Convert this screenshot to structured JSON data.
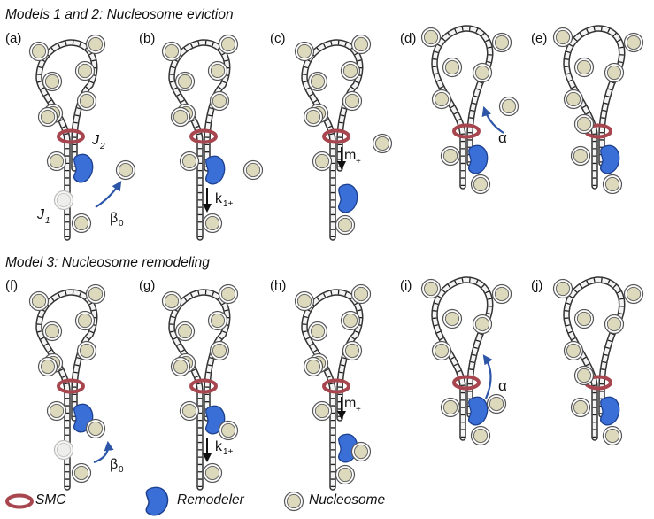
{
  "title_models_1_2": "Models 1 and 2: Nucleosome eviction",
  "title_model_3": "Model 3: Nucleosome remodeling",
  "panel_labels": [
    "(a)",
    "(b)",
    "(c)",
    "(d)",
    "(e)",
    "(f)",
    "(g)",
    "(h)",
    "(i)",
    "(j)"
  ],
  "annotations": {
    "j1": "J",
    "j1_sub": "1",
    "j2": "J",
    "j2_sub": "2",
    "beta0": "β",
    "beta0_sub": "0",
    "k1plus": "k",
    "k1plus_sub": "1+",
    "mplus": "m",
    "mplus_sub": "+",
    "alpha": "α"
  },
  "legend": {
    "smc": "SMC",
    "remodeler": "Remodeler",
    "nucleosome": "Nucleosome"
  },
  "colors": {
    "smc": "#a8464f",
    "remodeler": "#3a6fd8",
    "nucleosome_fill": "#ddd9bd",
    "nucleosome_ghost": "#eeeeec",
    "arrow_blue": "#2c55a8",
    "dna": "#333333"
  }
}
